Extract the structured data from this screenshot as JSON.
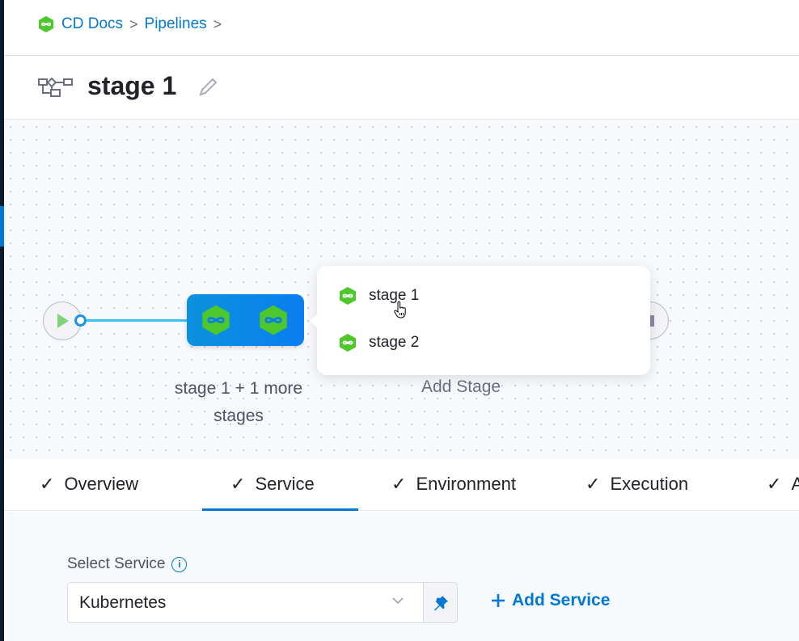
{
  "breadcrumb": {
    "items": [
      {
        "label": "CD Docs"
      },
      {
        "label": "Pipelines"
      }
    ],
    "separator": ">"
  },
  "header": {
    "title": "stage 1",
    "icon": "pipeline-stage-icon",
    "edit_icon": "pencil-icon"
  },
  "canvas": {
    "group_label": "stage 1 + 1 more stages",
    "add_stage_label": "Add Stage",
    "popup": {
      "items": [
        {
          "label": "stage 1"
        },
        {
          "label": "stage 2"
        }
      ]
    }
  },
  "tabs": [
    {
      "label": "Overview",
      "active": false
    },
    {
      "label": "Service",
      "active": true
    },
    {
      "label": "Environment",
      "active": false
    },
    {
      "label": "Execution",
      "active": false
    },
    {
      "label": "Advanced",
      "active": false
    }
  ],
  "form": {
    "select_service_label": "Select Service",
    "service_value": "Kubernetes",
    "add_service_label": "Add Service"
  },
  "colors": {
    "accent": "#0278d5",
    "stage_green": "#4dc72b",
    "nav_dark": "#0b1a2e"
  }
}
